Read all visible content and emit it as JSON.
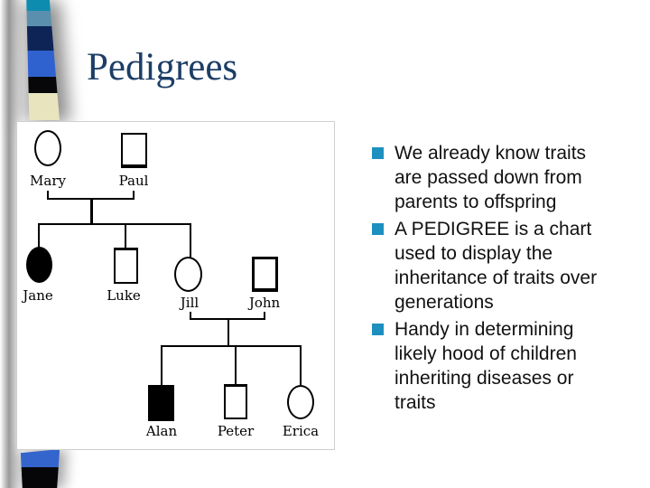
{
  "slide": {
    "title": "Pedigrees"
  },
  "bullets": [
    "We already know traits are passed down from parents to offspring",
    "A PEDIGREE is a chart used to display the inheritance of traits over generations",
    "Handy in determining likely hood of children inheriting diseases or traits"
  ],
  "pedigree": {
    "members": [
      {
        "name": "Mary",
        "sex": "female",
        "affected": false,
        "generation": 1
      },
      {
        "name": "Paul",
        "sex": "male",
        "affected": false,
        "generation": 1
      },
      {
        "name": "Jane",
        "sex": "female",
        "affected": true,
        "generation": 2
      },
      {
        "name": "Luke",
        "sex": "male",
        "affected": false,
        "generation": 2
      },
      {
        "name": "Jill",
        "sex": "female",
        "affected": false,
        "generation": 2
      },
      {
        "name": "John",
        "sex": "male",
        "affected": false,
        "generation": 2
      },
      {
        "name": "Alan",
        "sex": "male",
        "affected": true,
        "generation": 3
      },
      {
        "name": "Peter",
        "sex": "male",
        "affected": false,
        "generation": 3
      },
      {
        "name": "Erica",
        "sex": "female",
        "affected": false,
        "generation": 3
      }
    ],
    "couples": [
      [
        "Mary",
        "Paul"
      ],
      [
        "Jill",
        "John"
      ]
    ],
    "children_of_couples": [
      {
        "parents": [
          "Mary",
          "Paul"
        ],
        "children": [
          "Jane",
          "Luke",
          "Jill"
        ]
      },
      {
        "parents": [
          "Jill",
          "John"
        ],
        "children": [
          "Alan",
          "Peter",
          "Erica"
        ]
      }
    ],
    "symbol_convention": {
      "circle": "female",
      "square": "male",
      "filled": "affected"
    }
  },
  "colors": {
    "title_text": "#1c3e66",
    "bullet_square": "#1d90c0",
    "body_text": "#111111",
    "stripe_top": [
      "#0e8cb0",
      "#5b8fae",
      "#0e2456",
      "#2f62cf",
      "#070709",
      "#e7e4be"
    ],
    "stripe_bottom": [
      "#3365cd",
      "#060608"
    ]
  }
}
